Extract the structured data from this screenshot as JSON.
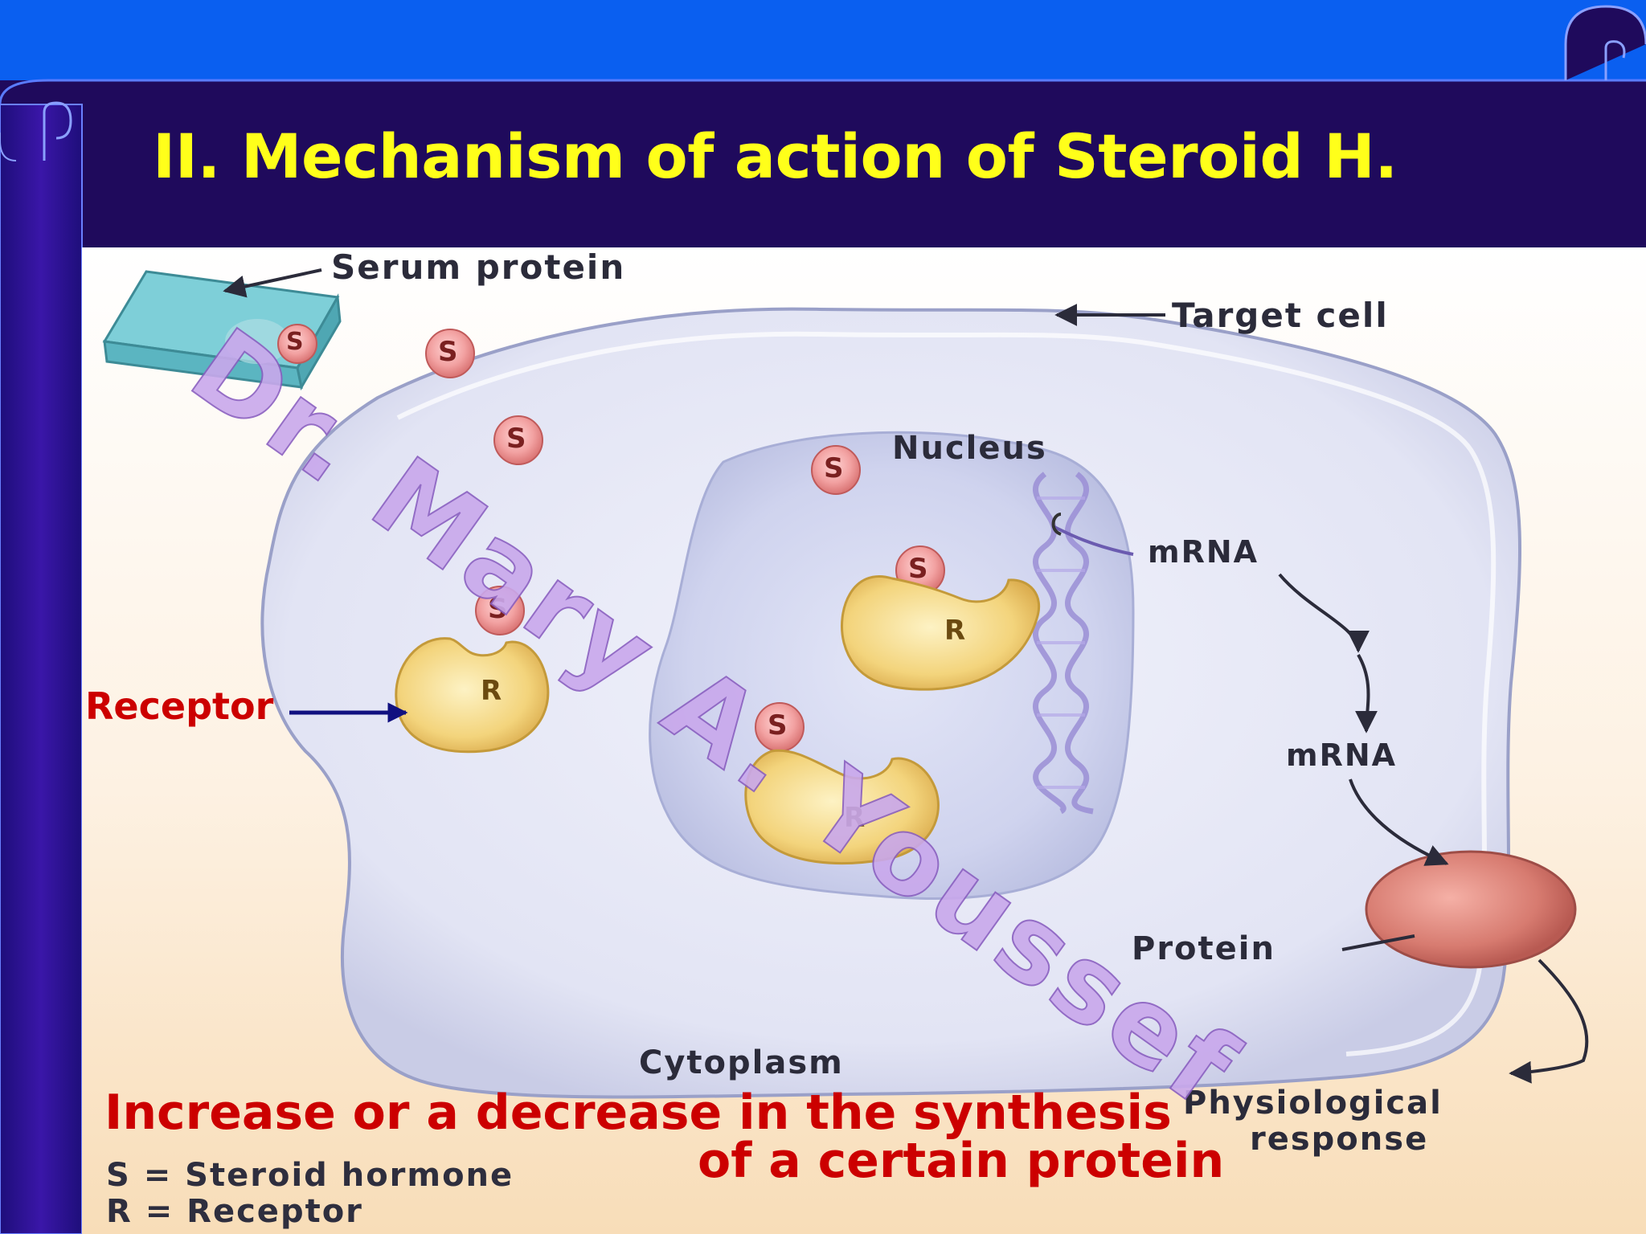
{
  "slide": {
    "title": "II. Mechanism of action of Steroid H.",
    "colors": {
      "frame_blue": "#0a5ff0",
      "banner": "#1f0a5c",
      "title": "#ffff1a",
      "annotation": "#cc0000",
      "watermark": "#c9a8ec"
    }
  },
  "diagram": {
    "serum_protein": "Serum protein",
    "target_cell": "Target cell",
    "nucleus": "Nucleus",
    "mrna_nucleus": "mRNA",
    "mrna_cytoplasm": "mRNA",
    "protein": "Protein",
    "cytoplasm": "Cytoplasm",
    "physiological_line1": "Physiological",
    "physiological_line2": "response",
    "steroid_letter": "S",
    "receptor_letter": "R"
  },
  "legend": {
    "s_line": "S = Steroid hormone",
    "r_line": "R = Receptor"
  },
  "annotations": {
    "receptor": "Receptor",
    "caption_line1": "Increase or a decrease in the synthesis",
    "caption_line2": "of a certain protein"
  },
  "watermark": "Dr. Mary A. Youssef"
}
